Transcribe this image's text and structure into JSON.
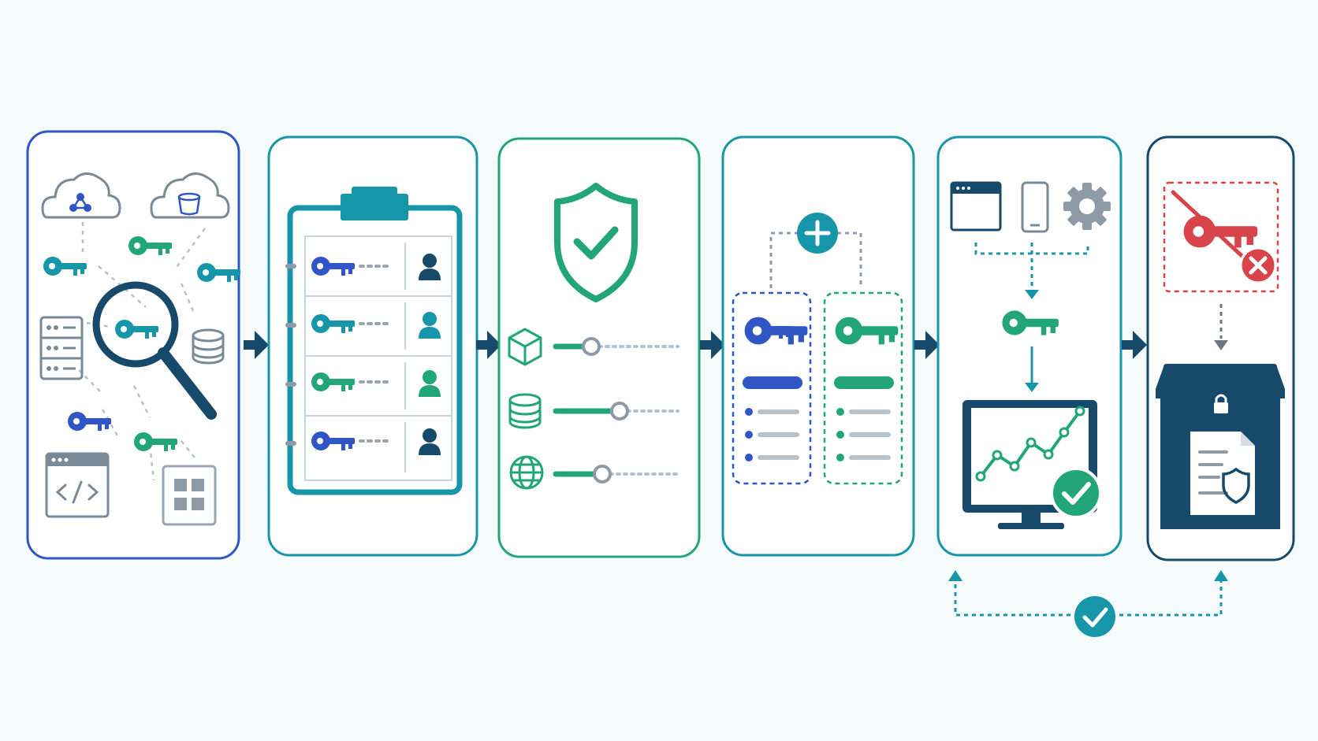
{
  "colors": {
    "background": "#f5fafa",
    "navy": "#17496b",
    "blue": "#2f56c4",
    "teal": "#1795a9",
    "green": "#22a679",
    "gray": "#9aa5b1",
    "red": "#d8444a",
    "arrow": "#17496b"
  },
  "stages": [
    {
      "icons": [
        "cloud-hub-icon",
        "cloud-bucket-icon",
        "key-icon",
        "magnifier-icon",
        "server-icon",
        "database-icon",
        "code-window-icon",
        "app-grid-icon"
      ]
    },
    {
      "icons": [
        "clipboard-icon",
        "key-icon",
        "user-icon"
      ],
      "rows": 4
    },
    {
      "icons": [
        "shield-check-icon",
        "cube-icon",
        "database-icon",
        "globe-icon"
      ],
      "slider_levels": [
        0.2,
        0.4,
        0.28
      ]
    },
    {
      "icons": [
        "plus-circle-icon",
        "key-icon",
        "list-icon"
      ]
    },
    {
      "icons": [
        "browser-icon",
        "mobile-icon",
        "gear-icon",
        "key-icon",
        "monitor-chart-icon",
        "check-badge-icon"
      ]
    },
    {
      "icons": [
        "revoked-key-icon",
        "x-badge-icon",
        "archive-vault-icon",
        "document-shield-icon"
      ]
    }
  ],
  "feedback_loop": {
    "icon": "check-circle-icon"
  }
}
